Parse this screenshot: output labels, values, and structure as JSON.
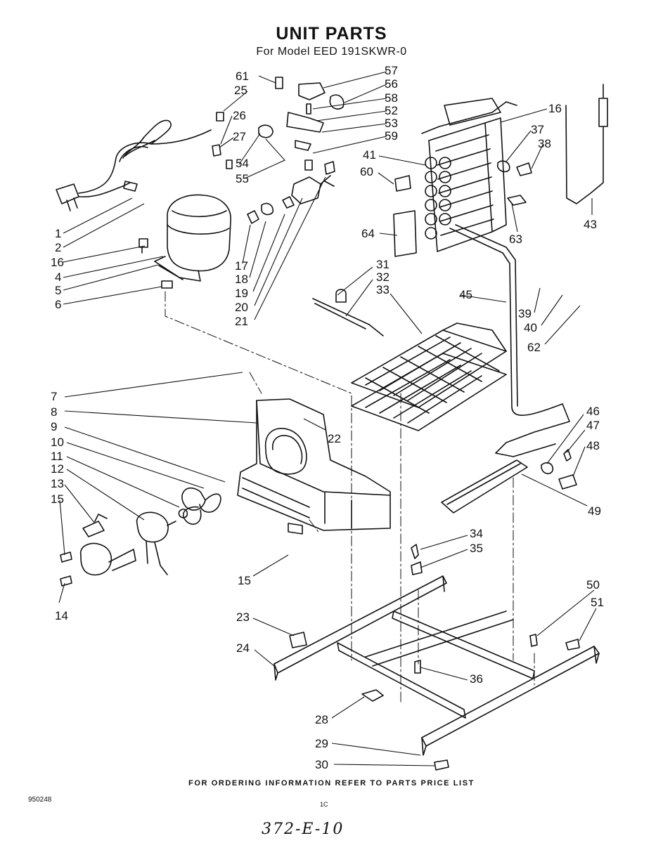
{
  "header": {
    "title": "UNIT PARTS",
    "subtitle": "For Model EED 191SKWR-0"
  },
  "footer": {
    "ordering_note": "FOR ORDERING INFORMATION REFER TO PARTS PRICE LIST",
    "document_code": "950248",
    "page_mark": "1C",
    "handwritten_note": "372-E-10"
  },
  "callouts": [
    "61",
    "25",
    "26",
    "27",
    "54",
    "55",
    "57",
    "56",
    "58",
    "52",
    "53",
    "59",
    "41",
    "60",
    "16",
    "37",
    "38",
    "43",
    "63",
    "64",
    "1",
    "2",
    "16",
    "4",
    "5",
    "6",
    "17",
    "18",
    "19",
    "20",
    "21",
    "31",
    "32",
    "33",
    "45",
    "39",
    "40",
    "62",
    "7",
    "8",
    "9",
    "10",
    "11",
    "12",
    "13",
    "15",
    "22",
    "46",
    "47",
    "48",
    "49",
    "34",
    "35",
    "15",
    "14",
    "23",
    "24",
    "36",
    "50",
    "51",
    "28",
    "29",
    "30"
  ]
}
